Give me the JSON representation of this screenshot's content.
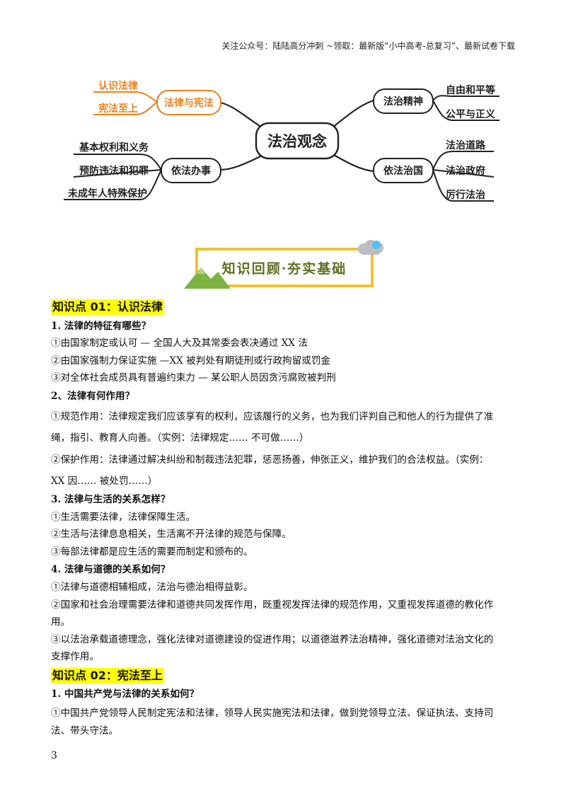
{
  "header": {
    "text": "关注公众号：陆陆高分冲刺  ~领取：最新版“小中高考-总复习”、最新试卷下载"
  },
  "mindmap": {
    "center": "法治观念",
    "top_left": {
      "label": "法律与宪法",
      "leaves": [
        "认识法律",
        "宪法至上"
      ]
    },
    "bottom_left": {
      "label": "依法办事",
      "leaves": [
        "基本权利和义务",
        "预防违法和犯罪",
        "未成年人特殊保护"
      ]
    },
    "top_right": {
      "label": "法治精神",
      "leaves": [
        "自由和平等",
        "公平与正义"
      ]
    },
    "bottom_right": {
      "label": "依法治国",
      "leaves": [
        "法治道路",
        "法治政府",
        "厉行法治"
      ]
    },
    "colors": {
      "orange": "#e8821e",
      "dark": "#222222"
    }
  },
  "banner": {
    "text": "知识回顾·夯实基础",
    "border_color": "#f2c12e"
  },
  "sections": {
    "kp1": {
      "title": "知识点 01：认识法律",
      "q1": {
        "title": "1. 法律的特征有哪些？",
        "items": [
          "①由国家制定或认可 — 全国人大及其常委会表决通过 XX 法",
          "②由国家强制力保证实施 —XX 被判处有期徒刑或行政拘留或罚金",
          "③对全体社会成员具有普遍约束力 — 某公职人员因贪污腐败被判刑"
        ]
      },
      "q2": {
        "title": "2、法律有何作用？",
        "p1_line1": "①规范作用：法律规定我们应该享有的权利，应该履行的义务，也为我们评判自己和他人的行为提供了准",
        "p1_line2": "绳，指引、教育人向善。（实例：法律规定…… 不可做……）",
        "p2_line1": "②保护作用：法律通过解决纠纷和制裁违法犯罪，惩恶扬善，伸张正义，维护我们的合法权益。（实例：",
        "p2_line2": "XX 因…… 被处罚……）"
      },
      "q3": {
        "title": "3. 法律与生活的关系怎样？",
        "items": [
          "①生活需要法律，法律保障生活。",
          "②生活与法律息息相关，生活离不开法律的规范与保障。",
          "③每部法律都是应生活的需要而制定和颁布的。"
        ]
      },
      "q4": {
        "title": "4. 法律与道德的关系如何？",
        "i1": "①法律与道德相辅相成，法治与德治相得益彰。",
        "i2_line1": "②国家和社会治理需要法律和道德共同发挥作用，既重视发挥法律的规范作用，又重视发挥道德的教化作",
        "i2_line2": "用。",
        "i3_line1": "③以法治承载道德理念，强化法律对道德建设的促进作用；以道德滋养法治精神，强化道德对法治文化的",
        "i3_line2": "支撑作用。"
      }
    },
    "kp2": {
      "title": "知识点 02：宪法至上",
      "q1": {
        "title": "1. 中国共产党与法律的关系如何？",
        "i1_line1": "①中国共产党领导人民制定宪法和法律，领导人民实施宪法和法律，做到党领导立法、保证执法、支持司",
        "i1_line2": "法、带头守法。"
      }
    }
  },
  "page_number": "3"
}
